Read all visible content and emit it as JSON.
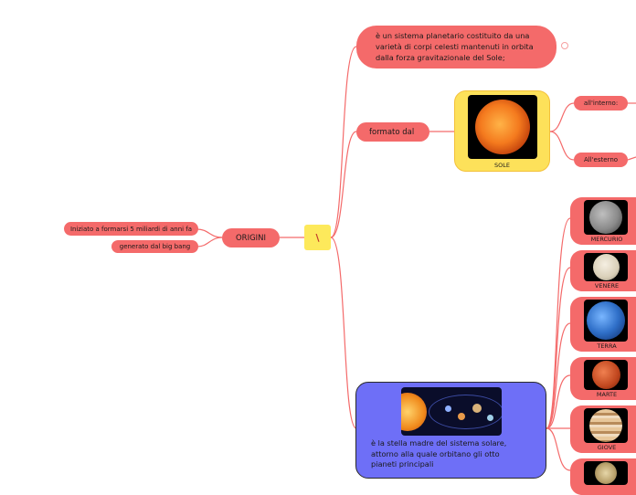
{
  "central": {
    "label": "\\"
  },
  "origini": {
    "label": "ORIGINI",
    "children": [
      "Iniziato a formarsi 5 miliardi di anni fa",
      "generato dal big bang"
    ]
  },
  "definition": {
    "text": "è un sistema planetario costituito da una varietà di corpi celesti mantenuti in orbita dalla forza gravitazionale del Sole;",
    "link_icon": "link-icon"
  },
  "formato": {
    "label": "formato dal"
  },
  "sole": {
    "caption": "SOLE",
    "image_icon": "sun-image",
    "children": [
      "all'interno:",
      "All'esterno"
    ]
  },
  "stella": {
    "text": "è la stella madre del sistema solare, attorno alla quale orbitano gli otto pianeti principali",
    "image_icon": "solar-system-image"
  },
  "planets": [
    {
      "name": "MERCURIO",
      "icon": "mercury-image"
    },
    {
      "name": "VENERE",
      "icon": "venus-image"
    },
    {
      "name": "TERRA",
      "icon": "earth-image"
    },
    {
      "name": "MARTE",
      "icon": "mars-image"
    },
    {
      "name": "GIOVE",
      "icon": "jupiter-image"
    },
    {
      "name": "",
      "icon": "saturn-image"
    }
  ],
  "colors": {
    "branch": "#f46a6a",
    "central": "#fde95b",
    "sole_bg": "#fde15a",
    "stella_bg": "#6e6ff7"
  }
}
